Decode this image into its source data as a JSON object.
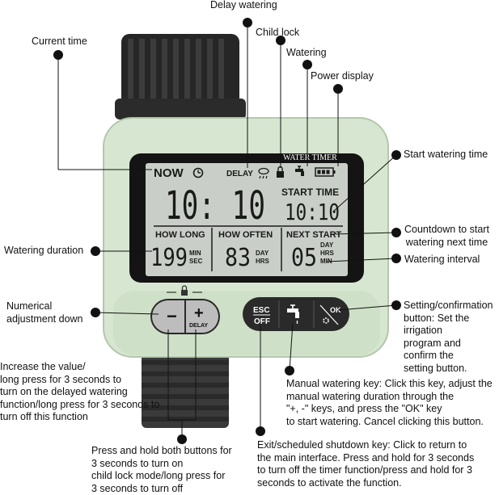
{
  "device": {
    "panel_title": "WATER TIMER",
    "now_label": "NOW",
    "delay_label": "DELAY",
    "start_time_label": "START TIME",
    "current_time": "10: 10",
    "start_time": "10:10",
    "how_long_label": "HOW LONG",
    "how_long_value": "199",
    "how_long_unit1": "MIN",
    "how_long_unit2": "SEC",
    "how_often_label": "HOW OFTEN",
    "how_often_value": "83",
    "how_often_unit1": "DAY",
    "how_often_unit2": "HRS",
    "next_start_label": "NEXT START",
    "next_start_value": "05",
    "next_start_unit1": "DAY",
    "next_start_unit2": "HRS",
    "next_start_unit3": "MIN",
    "minus_key": "−",
    "plus_key": "+",
    "plus_sub": "DELAY",
    "esc_key_top": "ESC",
    "esc_key_bottom": "OFF",
    "ok_key": "OK"
  },
  "callouts": {
    "delay_watering": "Delay watering",
    "child_lock": "Child lock",
    "watering": "Watering",
    "power_display": "Power display",
    "current_time": "Current time",
    "start_watering_time": "Start watering time",
    "countdown": "Countdown to start\nwatering next time",
    "watering_duration": "Watering duration",
    "watering_interval": "Watering interval",
    "numerical_down": "Numerical\nadjustment down",
    "setting_button": "Setting/confirmation\nbutton: Set the\nirrigation\nprogram and\nconfirm the\nsetting button.",
    "increase_value": "Increase the value/\nlong press for 3 seconds to\nturn on the delayed watering\nfunction/long press for 3 seconds to\nturn off this function",
    "manual_watering": "Manual watering key: Click this key, adjust the\nmanual watering duration through the\n\"+, -\" keys, and press the \"OK\" key\nto start watering. Cancel clicking this button.",
    "exit_key": "Exit/scheduled shutdown key: Click to return to\nthe main interface. Press and hold for 3 seconds\nto turn off the timer function/press and hold for 3\nseconds to activate the function.",
    "press_both": "Press and hold both buttons for\n3 seconds to turn on\nchild lock mode/long press for\n 3 seconds to turn off"
  },
  "colors": {
    "body": "#d7e6d0",
    "lcd": "#c9cfc8",
    "bezel": "#141414",
    "cap": "#262626",
    "fitting": "#3a3a3a"
  }
}
